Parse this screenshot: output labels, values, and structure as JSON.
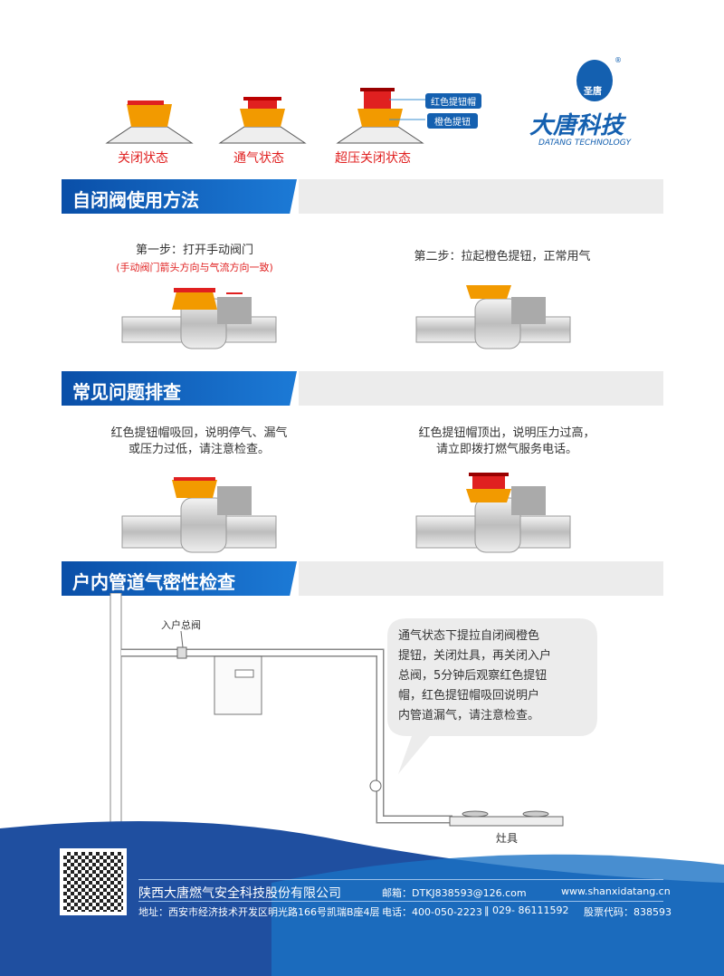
{
  "states": {
    "closed": "关闭状态",
    "vent": "通气状态",
    "overpressure": "超压关闭状态",
    "red_cap": "红色提钮帽",
    "orange_knob": "橙色提钮"
  },
  "logo": {
    "badge": "圣唐",
    "name": "大唐科技",
    "english": "DATANG TECHNOLOGY",
    "reg": "®"
  },
  "sections": {
    "usage": "自闭阀使用方法",
    "troubleshoot": "常见问题排查",
    "airtight": "户内管道气密性检查"
  },
  "usage": {
    "step1": "第一步：打开手动阀门",
    "step1_note": "(手动阀门箭头方向与气流方向一致)",
    "step2": "第二步：拉起橙色提钮，正常用气"
  },
  "trouble": {
    "left_1": "红色提钮帽吸回，说明停气、漏气",
    "left_2": "或压力过低，请注意检查。",
    "right_1": "红色提钮帽顶出，说明压力过高，",
    "right_2": "请立即拨打燃气服务电话。"
  },
  "diagram": {
    "main_valve": "入户总阀",
    "stove": "灶具",
    "bubble": [
      "通气状态下提拉自闭阀橙色",
      "提钮，关闭灶具，再关闭入户",
      "总阀，5分钟后观察红色提钮",
      "帽，红色提钮帽吸回说明户",
      "内管道漏气，请注意检查。"
    ]
  },
  "footer": {
    "company": "陕西大唐燃气安全科技股份有限公司",
    "email": "邮箱：DTKJ838593@126.com",
    "website": "www.shanxidatang.cn",
    "address": "地址：西安市经济技术开发区明光路166号凯瑞B座4层",
    "phone": "电话：400-050-2223",
    "phone2": "‖ 029- 86111592",
    "stock": "股票代码：838593"
  },
  "colors": {
    "blue": "#0a4fa8",
    "red": "#e02020",
    "orange": "#f29a00"
  }
}
